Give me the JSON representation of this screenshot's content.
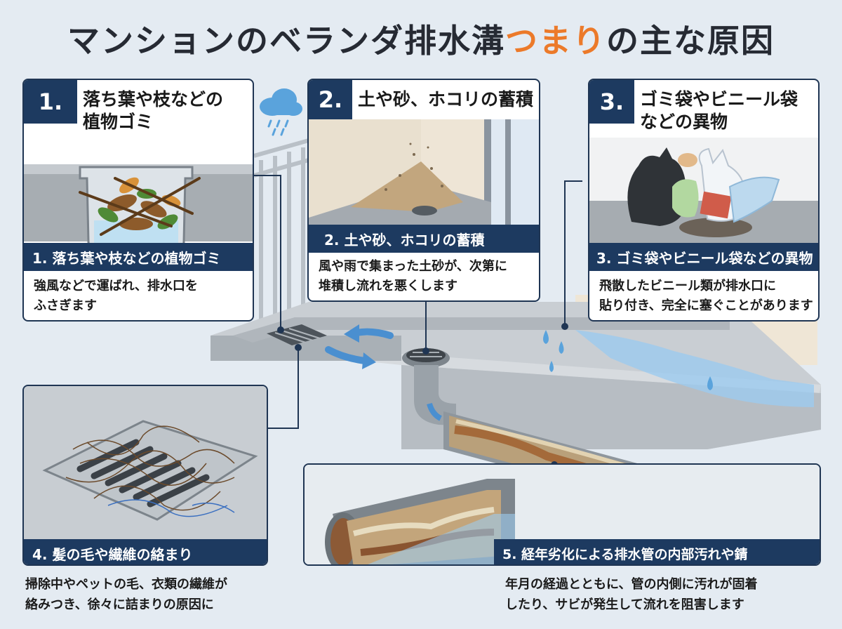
{
  "title": {
    "prefix": "マンションのベランダ排水溝",
    "highlight": "つまり",
    "suffix": "の主な原因"
  },
  "colors": {
    "accent": "#ec7a2a",
    "navy": "#1d3a60",
    "water": "#5aa3dc"
  },
  "icons": [
    "rain-cloud-icon",
    "flow-arrow-icon"
  ],
  "causes": [
    {
      "num": "1.",
      "heading": "落ち葉や枝などの\n植物ゴミ",
      "label": "1. 落ち葉や枝などの植物ゴミ",
      "desc": "強風などで運ばれ、排水口を\nふさぎます"
    },
    {
      "num": "2.",
      "heading": "土や砂、ホコリの蓄積",
      "label": "2. 土や砂、ホコリの蓄積",
      "desc": "風や雨で集まった土砂が、次第に\n堆積し流れを悪くします"
    },
    {
      "num": "3.",
      "heading": "ゴミ袋やビニール袋\nなどの異物",
      "label": "3. ゴミ袋やビニール袋などの異物",
      "desc": "飛散したビニール類が排水口に\n貼り付き、完全に塞ぐことがあります"
    },
    {
      "num": "4.",
      "label": "4. 髪の毛や繊維の絡まり",
      "desc": "掃除中やペットの毛、衣類の繊維が\n絡みつき、徐々に詰まりの原因に"
    },
    {
      "label": "5. 経年劣化による排水管の内部汚れや錆",
      "desc": "年月の経過とともに、管の内側に汚れが固着\nしたり、サビが発生して流れを阻害します"
    }
  ]
}
